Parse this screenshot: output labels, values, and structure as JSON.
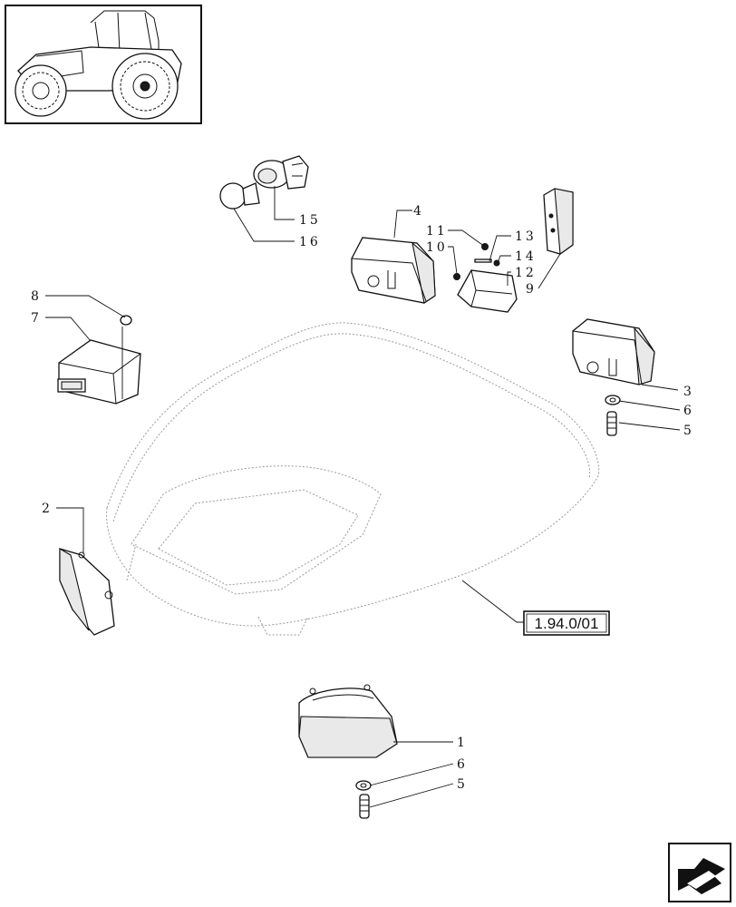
{
  "reference_box": {
    "label": "1.94.0/01"
  },
  "callouts": {
    "c1": "1",
    "c2": "2",
    "c3": "3",
    "c4": "4",
    "c5a": "5",
    "c5b": "5",
    "c6a": "6",
    "c6b": "6",
    "c7": "7",
    "c8": "8",
    "c9": "9",
    "c10": "10",
    "c11": "11",
    "c12": "12",
    "c13": "13",
    "c14": "14",
    "c15": "15",
    "c16": "16"
  },
  "icons": {
    "tractor": "tractor-thumbnail-icon",
    "nav": "next-page-arrow-icon"
  }
}
